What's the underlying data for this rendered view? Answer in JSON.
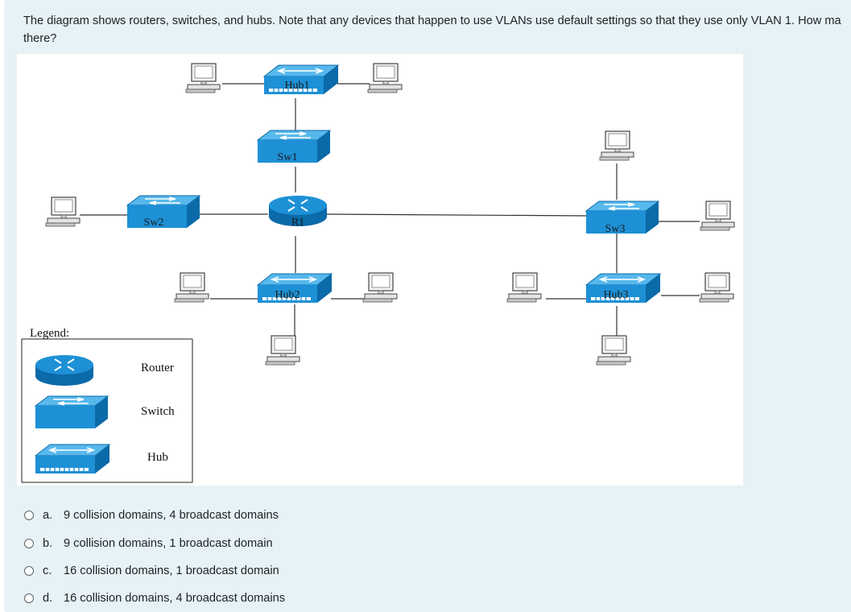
{
  "question": {
    "line1": "The diagram shows routers, switches, and hubs. Note that any devices that happen to use VLANs use default settings so that they use only VLAN 1. How ma",
    "line2": "there?"
  },
  "diagram": {
    "devices": {
      "hub1": "Hub1",
      "sw1": "Sw1",
      "sw2": "Sw2",
      "r1": "R1",
      "sw3": "Sw3",
      "hub2": "Hub2",
      "hub3": "Hub3"
    },
    "legend": {
      "title": "Legend:",
      "router": "Router",
      "switch": "Switch",
      "hub": "Hub"
    }
  },
  "options": [
    {
      "letter": "a.",
      "text": "9 collision domains, 4 broadcast domains"
    },
    {
      "letter": "b.",
      "text": "9 collision domains, 1 broadcast domain"
    },
    {
      "letter": "c.",
      "text": "16 collision domains, 1 broadcast domain"
    },
    {
      "letter": "d.",
      "text": "16 collision domains, 4 broadcast domains"
    }
  ],
  "colors": {
    "panel": "#e6f2f5",
    "device_blue": "#1e90d6",
    "device_dark": "#0b6aa8",
    "link": "#333333"
  }
}
